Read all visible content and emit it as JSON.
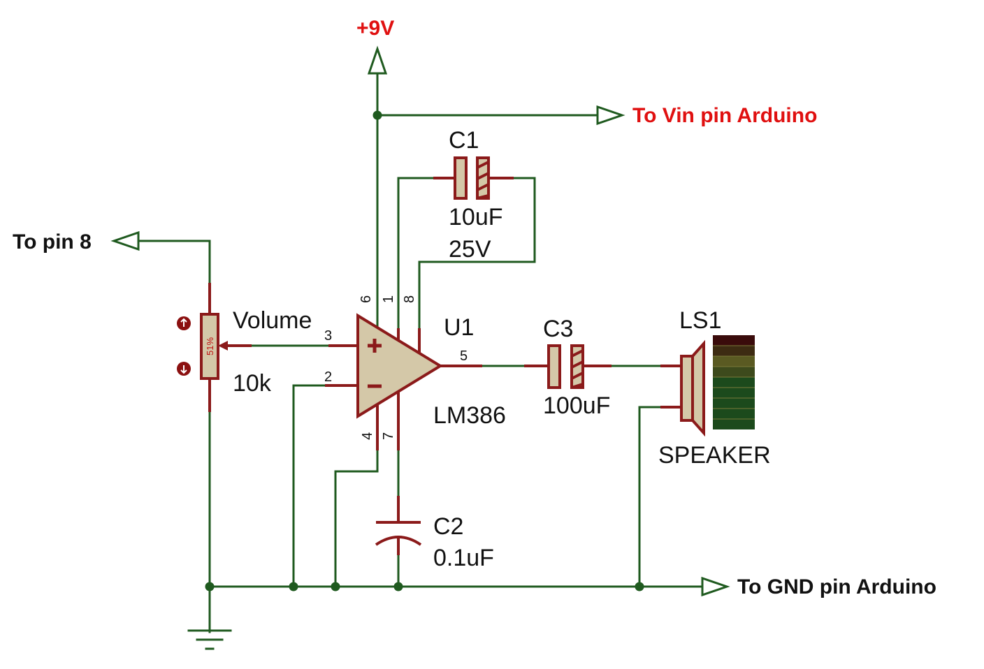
{
  "colors": {
    "wire": "#1f5a1f",
    "component": "#8b1a1a",
    "component_fill": "#d4c8a8",
    "power_label": "#e01010"
  },
  "power": {
    "vcc": "+9V"
  },
  "nets": {
    "vin": "To Vin pin Arduino",
    "pin8": "To pin 8",
    "gnd": "To GND pin Arduino"
  },
  "components": {
    "c1": {
      "ref": "C1",
      "value": "10uF",
      "voltage": "25V"
    },
    "c2": {
      "ref": "C2",
      "value": "0.1uF"
    },
    "c3": {
      "ref": "C3",
      "value": "100uF"
    },
    "u1": {
      "ref": "U1",
      "part": "LM386",
      "pins": {
        "p1": "1",
        "p2": "2",
        "p3": "3",
        "p4": "4",
        "p5": "5",
        "p6": "6",
        "p7": "7",
        "p8": "8"
      }
    },
    "pot": {
      "name": "Volume",
      "value": "10k",
      "setting": "51%"
    },
    "ls1": {
      "ref": "LS1",
      "type": "SPEAKER"
    }
  }
}
